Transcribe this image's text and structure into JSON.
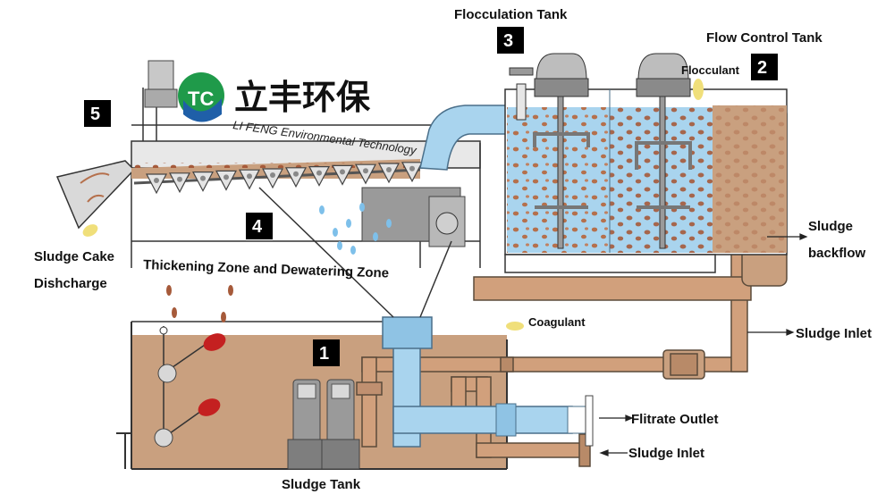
{
  "brand": {
    "name_cn": "立丰环保",
    "name_en": "LI FENG Environmental Technology"
  },
  "markers": [
    "1",
    "2",
    "3",
    "4",
    "5"
  ],
  "labels": {
    "flocculation_tank": "Flocculation Tank",
    "flow_control_tank": "Flow Control Tank",
    "flocculant": "Flocculant",
    "coagulant": "Coagulant",
    "sludge_backflow_1": "Sludge",
    "sludge_backflow_2": "backflow",
    "sludge_inlet_right": "Sludge Inlet",
    "filtrate_outlet": "Flitrate Outlet",
    "sludge_inlet_bottom": "Sludge Inlet",
    "sludge_tank": "Sludge  Tank",
    "sludge_cake_1": "Sludge Cake",
    "sludge_cake_2": "Dishcharge",
    "thickening_zone": "Thickening Zone and Dewatering Zone"
  },
  "colors": {
    "sludge": "#c9a07f",
    "water": "#a9d4ee",
    "pipe": "#d1a07c",
    "floc": "#b5704c",
    "valve_red": "#c42020",
    "chemical_yellow": "#f0df7a",
    "brand_green": "#1f9a4a",
    "brand_blue": "#1f5fa8"
  }
}
